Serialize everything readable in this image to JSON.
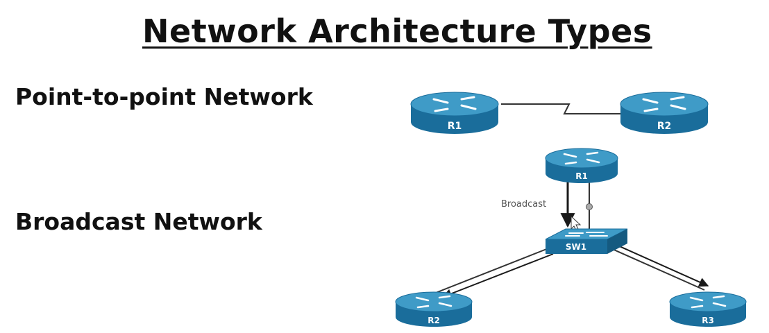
{
  "title": "Network Architecture Types",
  "sections": {
    "point_to_point": "Point-to-point Network",
    "broadcast": "Broadcast Network"
  },
  "diagram": {
    "p2p_routers": [
      "R1",
      "R2"
    ],
    "bc_router": "R1",
    "switch": "SW1",
    "bc_routers": [
      "R2",
      "R3"
    ],
    "broadcast_label": "Broadcast"
  },
  "colors": {
    "router_top": "#3f9bc7",
    "router_side": "#1a6d9b",
    "link": "#1a1a1a"
  }
}
